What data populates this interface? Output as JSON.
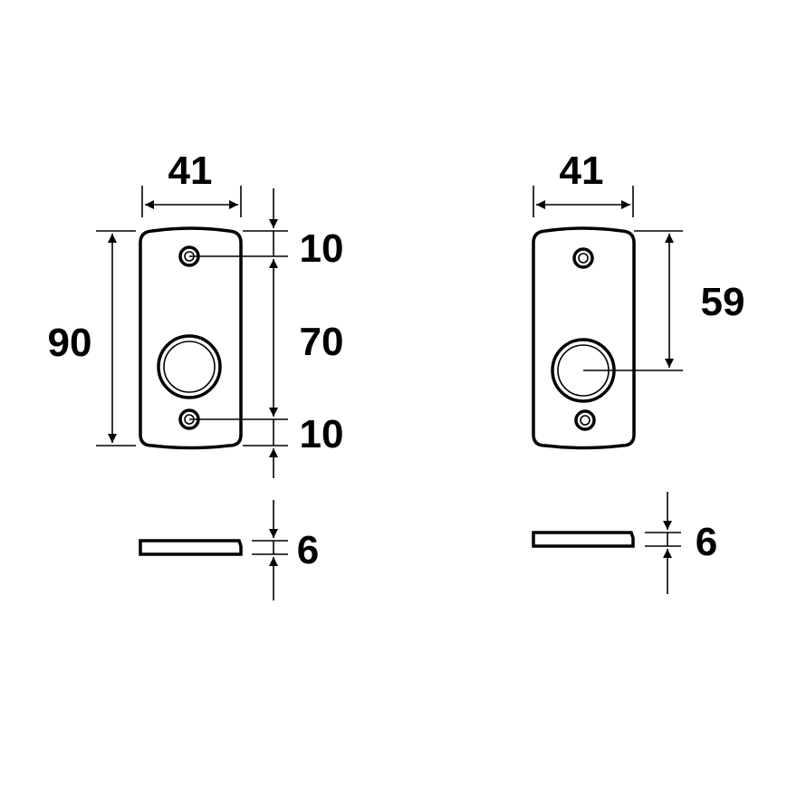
{
  "left_view": {
    "width_label": "41",
    "height_label": "90",
    "top_offset_label": "10",
    "center_distance_label": "70",
    "bottom_offset_label": "10",
    "thickness_label": "6"
  },
  "right_view": {
    "width_label": "41",
    "hole_distance_label": "59",
    "thickness_label": "6"
  },
  "colors": {
    "line": "#000000",
    "background": "#ffffff"
  }
}
